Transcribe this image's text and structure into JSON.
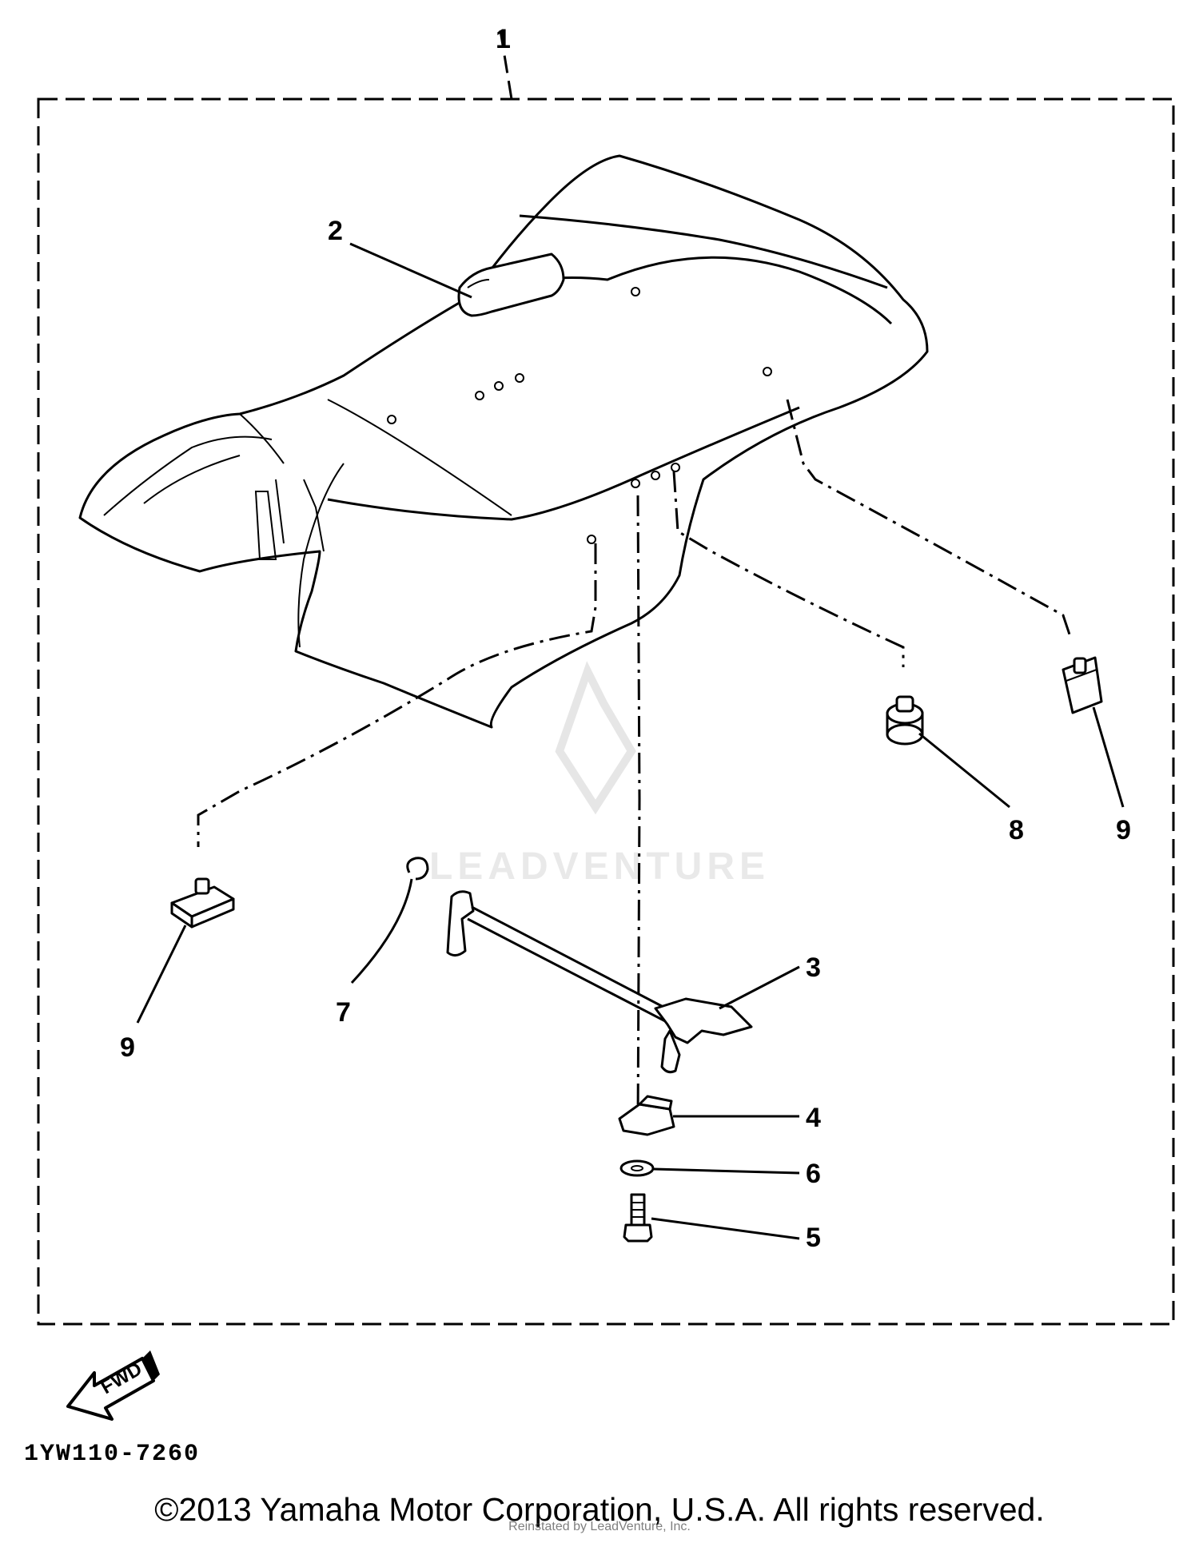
{
  "callouts": {
    "c1": "1",
    "c2": "2",
    "c3": "3",
    "c4": "4",
    "c5": "5",
    "c6": "6",
    "c7": "7",
    "c8": "8",
    "c9_left": "9",
    "c9_right": "9"
  },
  "fwd_label": "FWD",
  "reference_code": "1YW110-7260",
  "watermark": "LEADVENTURE",
  "copyright": "©2013 Yamaha Motor Corporation, U.S.A. All rights reserved.",
  "overlay_note": "Reinstated by LeadVenture, Inc."
}
